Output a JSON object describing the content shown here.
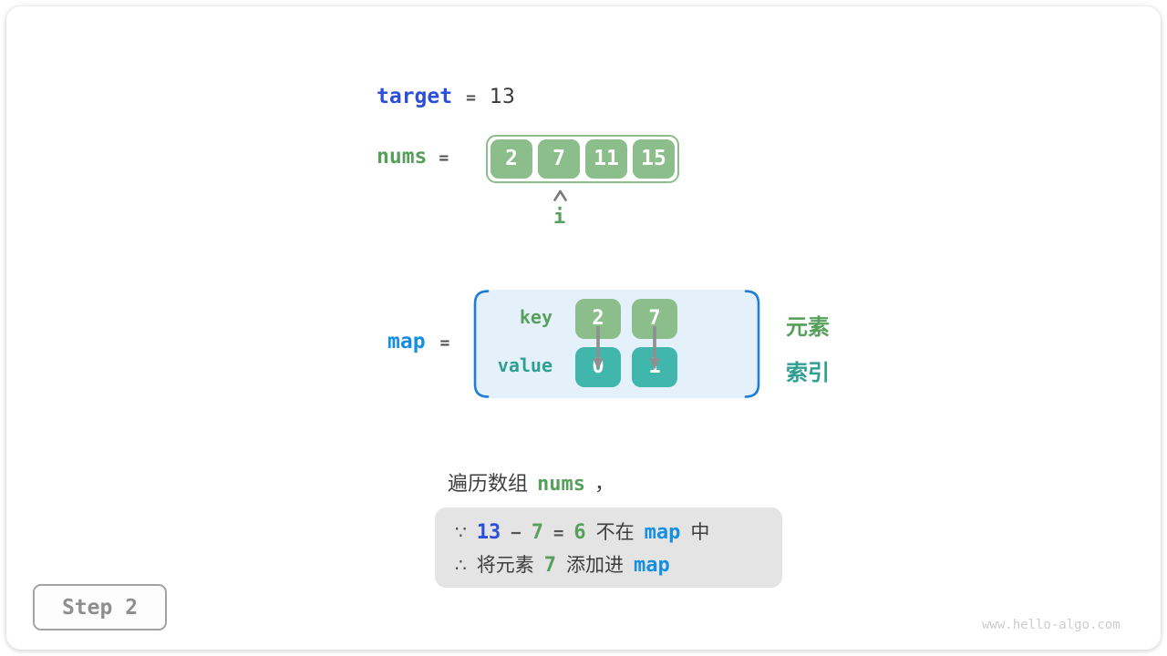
{
  "colors": {
    "royal_blue": "#2b4fd8",
    "azure_blue": "#1590e0",
    "green": "#57a05c",
    "teal": "#2f9f92",
    "cell_green": "#8bbe8b",
    "cell_teal": "#41b6ad",
    "map_fill": "#e4f1fa",
    "bracket_blue": "#1f7ed6",
    "note_bg": "#e4e4e4"
  },
  "target_row": {
    "label": "target",
    "equals": "=",
    "value": "13"
  },
  "nums_row": {
    "label": "nums",
    "equals": "=",
    "cells": [
      "2",
      "7",
      "11",
      "15"
    ],
    "pointer": {
      "index": 1,
      "label": "i"
    }
  },
  "map_row": {
    "label": "map",
    "equals": "=",
    "key_label": "key",
    "value_label": "value",
    "entries": [
      {
        "key": "2",
        "value": "0"
      },
      {
        "key": "7",
        "value": "1"
      }
    ],
    "side_labels": {
      "top": "元素",
      "bottom": "索引"
    }
  },
  "caption": {
    "text_before": "遍历数组",
    "code": "nums",
    "text_after": "，"
  },
  "note": {
    "line1": {
      "symbol": "∵",
      "minuend": "13",
      "minus": "−",
      "subtrahend": "7",
      "equals": "=",
      "difference": "6",
      "text_mid": "不在",
      "code": "map",
      "text_end": "中"
    },
    "line2": {
      "symbol": "∴",
      "text_start": "将元素",
      "number": "7",
      "text_mid": "添加进",
      "code": "map"
    }
  },
  "footer": {
    "step_label": "Step 2",
    "watermark": "www.hello-algo.com"
  }
}
